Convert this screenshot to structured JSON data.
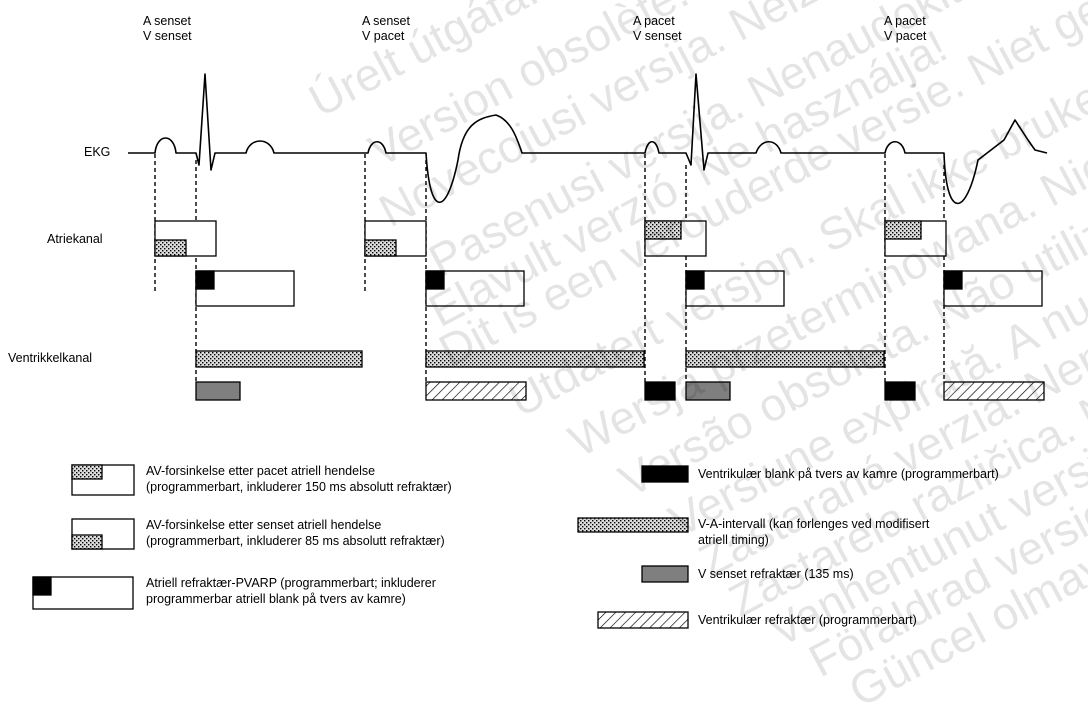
{
  "events": [
    {
      "line1": "A senset",
      "line2": "V senset"
    },
    {
      "line1": "A senset",
      "line2": "V pacet"
    },
    {
      "line1": "A pacet",
      "line2": "V senset"
    },
    {
      "line1": "A pacet",
      "line2": "V pacet"
    }
  ],
  "channels": {
    "ekg": "EKG",
    "atrial": "Atriekanal",
    "ventricular": "Ventrikkelkanal"
  },
  "legend": {
    "av_paced_1": "AV-forsinkelse etter pacet atriell hendelse",
    "av_paced_2": "(programmerbart, inkluderer 150 ms absolutt refraktær)",
    "av_sensed_1": "AV-forsinkelse etter senset atriell hendelse",
    "av_sensed_2": "(programmerbart, inkluderer 85 ms absolutt refraktær)",
    "pvarp_1": "Atriell refraktær-PVARP (programmerbart; inkluderer",
    "pvarp_2": "programmerbar atriell blank på tvers av kamre)",
    "vent_blank": "Ventrikulær blank på tvers av kamre (programmerbart)",
    "va_1": "V-A-intervall (kan forlenges ved modifisert",
    "va_2": "atriell timing)",
    "v_sensed_refr": "V senset refraktær (135 ms)",
    "vent_refr": "Ventrikulær refraktær (programmerbart)"
  },
  "watermark": [
    "Úrelt útgáfa. Notið ekki.",
    "Version obsolète. Ne pas utiliser.",
    "Novecojusi versija. Neizmantot.",
    "Pasenusi versija. Nenaudokite.",
    "Elavult verzió. Ne használja!",
    "Dit is een verouderde versie. Niet gebruiken.",
    "Utdatert versjon. Skal ikke brukes.",
    "Wersja przeterminowana. Nie używać.",
    "Versão obsoleta. Não utilize.",
    "Versiune expirată. A nu se utiliza.",
    "Zastaraná verzia. Nepoužívať.",
    "Zastarela različica. Ne uporabite.",
    "Vanhentunut versio. Älä käytä.",
    "Föråldrad version. Använd ej.",
    "Güncel olmayan sürüm. Kullanmayın."
  ],
  "colors": {
    "ink": "#000000",
    "dotted_fill": "#dcdcdc",
    "v_sensed_refr_fill": "#7f7f7f",
    "watermark": "#000000"
  }
}
